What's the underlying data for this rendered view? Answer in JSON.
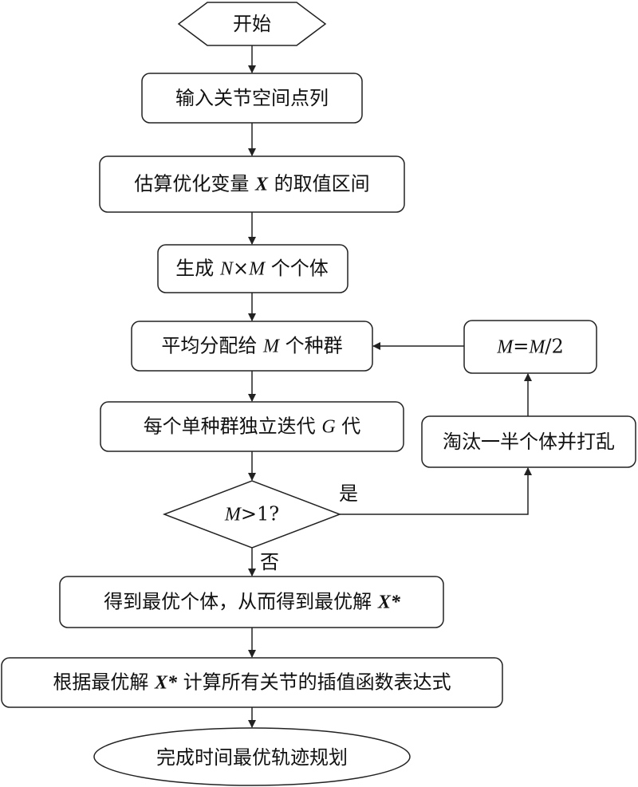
{
  "nodes": {
    "start": "开始",
    "input": "输入关节空间点列",
    "estimate": {
      "pre": "估算优化变量 ",
      "var": "X",
      "post": " 的取值区间"
    },
    "generate": {
      "pre": "生成 ",
      "n": "N",
      "times": "×",
      "m": "M",
      "post": " 个个体"
    },
    "assign": {
      "pre": "平均分配给 ",
      "m": "M",
      "post": " 个种群"
    },
    "iterate": {
      "pre": "每个单种群独立迭代 ",
      "g": "G",
      "post": " 代"
    },
    "decision": {
      "m": "M",
      "post": ">1?"
    },
    "best": {
      "pre": "得到最优个体，从而得到最优解 ",
      "var": "X*"
    },
    "compute": {
      "pre": "根据最优解 ",
      "var": "X*",
      "post": " 计算所有关节的插值函数表达式"
    },
    "finish": "完成时间最优轨迹规划",
    "halve": {
      "m1": "M",
      "eq": "=",
      "m2": "M",
      "post": "/2"
    },
    "eliminate": "淘汰一半个体并打乱"
  },
  "edges": {
    "yes": "是",
    "no": "否"
  }
}
